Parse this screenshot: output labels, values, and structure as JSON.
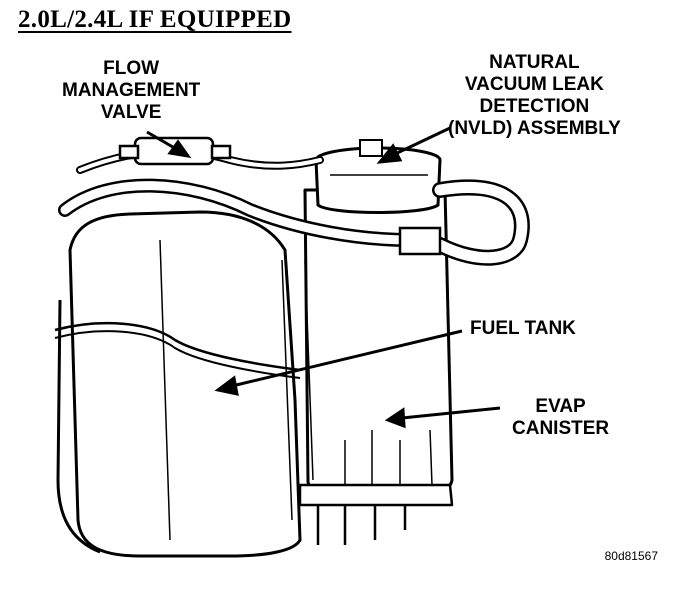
{
  "title": "2.0L/2.4L IF EQUIPPED",
  "labels": {
    "flow_valve": [
      "FLOW",
      "MANAGEMENT",
      "VALVE"
    ],
    "nvld": [
      "NATURAL",
      "VACUUM LEAK",
      "DETECTION",
      "(NVLD) ASSEMBLY"
    ],
    "fuel_tank": [
      "FUEL TANK"
    ],
    "evap": [
      "EVAP",
      "CANISTER"
    ]
  },
  "figure_code": "80d81567"
}
